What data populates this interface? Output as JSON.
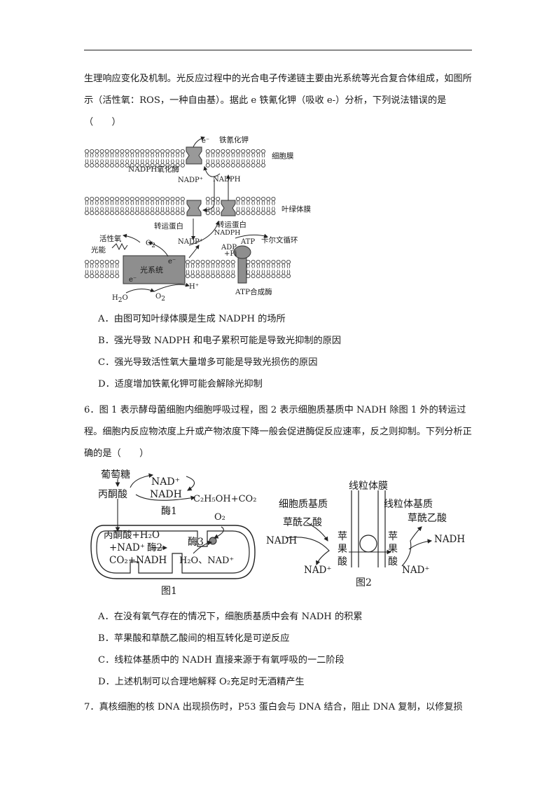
{
  "q5": {
    "stem": "生理响应变化及机制。光反应过程中的光合电子传递链主要由光系统等光合复合体组成，如图所示（活性氧：ROS，一种自由基）。据此 e 铁氰化钾（吸收 e-）分析，下列说法错误的是（　　）",
    "figure": {
      "e_minus_top": "e⁻",
      "ferricyanide": "铁氰化钾",
      "cell_membrane": "细胞膜",
      "nadph_oxidase": "NADPH氧化酶",
      "nadp_plus_1": "NADP⁺",
      "nadph_1": "NADPH",
      "chloroplast_membrane": "叶绿体膜",
      "transporter_left": "转运蛋白",
      "transporter_right": "转运蛋白",
      "nadph_2": "NADPH",
      "calvin_cycle": "卡尔文循环",
      "ros": "活性氧",
      "o2_a": "O",
      "o2_a_sub": "2",
      "light_energy": "光能",
      "nadp_plus_2": "NADP⁺",
      "e_minus_mid": "e⁻",
      "adp": "ADP",
      "pi": "+Pi",
      "atp": "ATP",
      "photosystem": "光系统",
      "e_minus_low": "e⁻",
      "h_plus": "H⁺",
      "h2o": "H",
      "h2o_sub": "2",
      "h2o_end": "O",
      "o2_b": "O",
      "o2_b_sub": "2",
      "atp_synthase": "ATP合成酶"
    },
    "options": [
      "A．由图可知叶绿体膜是生成 NADPH 的场所",
      "B．强光导致 NADPH 和电子累积可能是导致光抑制的原因",
      "C．强光导致活性氧大量增多可能是导致光损伤的原因",
      "D．适度增加铁氰化钾可能会解除光抑制"
    ]
  },
  "q6": {
    "stem": "6．图 1 表示酵母菌细胞内细胞呼吸过程，图 2 表示细胞质基质中 NADH 除图 1 外的转运过程。细胞内反应物浓度上升或产物浓度下降一般会促进酶促反应速率，反之则抑制。下列分析正确的是（　　）",
    "fig1": {
      "glucose": "葡萄糖",
      "nad_plus": "NAD⁺",
      "nadh": "NADH",
      "pyruvate": "丙酮酸",
      "enzyme1": "酶1",
      "ethanol": "C₂H₅OH+CO₂",
      "o2": "O₂",
      "pyr_h2o": "丙酮酸+H₂O",
      "nad_plus_2": "+NAD⁺",
      "enzyme2": "酶2",
      "co2_nadh": "CO₂+NADH",
      "enzyme3": "酶3",
      "h2o_nad": "H₂O、NAD⁺",
      "caption": "图1"
    },
    "fig2": {
      "mito_membrane": "线粒体膜",
      "cytosol": "细胞质基质",
      "matrix": "线粒体基质",
      "oaa_left": "草酰乙酸",
      "oaa_right": "草酰乙酸",
      "nadh_left": "NADH",
      "nadh_right": "NADH",
      "malate_left": "苹\n果\n酸",
      "malate_right": "苹\n果\n酸",
      "nad_left": "NAD⁺",
      "nad_right": "NAD⁺",
      "caption": "图2"
    },
    "options": [
      "A．在没有氧气存在的情况下，细胞质基质中会有 NADH 的积累",
      "B．苹果酸和草酰乙酸间的相互转化是可逆反应",
      "C．线粒体基质中的 NADH 直接来源于有氧呼吸的一二阶段",
      "D．上述机制可以合理地解释 O₂充足时无酒精产生"
    ]
  },
  "q7": {
    "stem": "7．真核细胞的核 DNA 出现损伤时，P53 蛋白会与 DNA 结合，阻止 DNA 复制，以修复损"
  }
}
